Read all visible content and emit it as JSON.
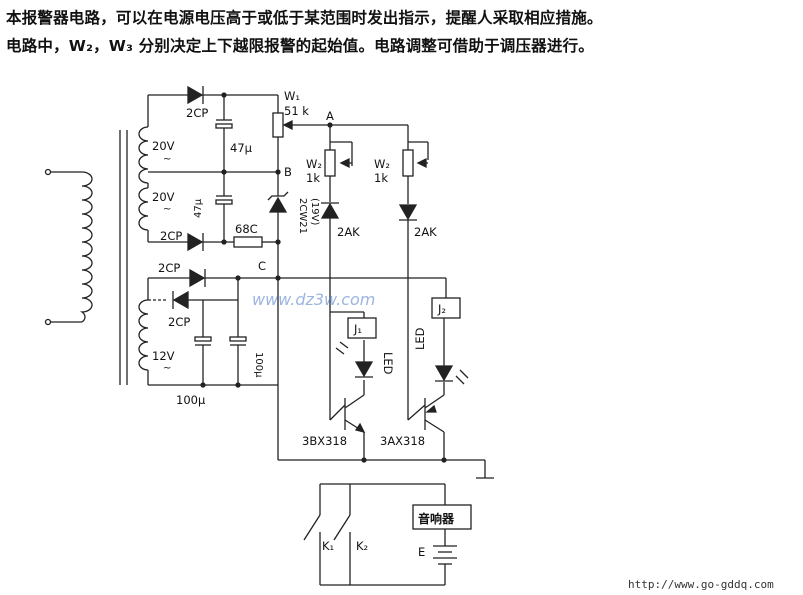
{
  "caption": {
    "line1": "本报警器电路，可以在电源电压高于或低于某范围时发出指示，提醒人采取相应措施。",
    "line2": "电路中，W₂，W₃ 分别决定上下越限报警的起始值。电路调整可借助于调压器进行。"
  },
  "labels": {
    "d1": "2CP",
    "d2": "2CP",
    "d3": "2CP",
    "d4": "2CP",
    "v1": "20V",
    "v2": "20V",
    "v3": "12V",
    "c1": "47μ",
    "c2": "47μ",
    "c3": "100μ",
    "c4": "100μ",
    "r1": "68C",
    "w1": "W₁",
    "w1_val": "51 k",
    "w_mid": "W₂",
    "w_mid_val": "1k",
    "w_right": "W₂",
    "w_right_val": "1k",
    "node_a": "A",
    "node_b": "B",
    "node_c": "C",
    "zener": "2CW21",
    "zener_v": "(19V)",
    "ak1": "2AK",
    "ak2": "2AK",
    "j1": "J₁",
    "j2": "J₂",
    "led1": "LED",
    "led2": "LED",
    "t1": "3BX318",
    "t2": "3AX318",
    "k1": "K₁",
    "k2": "K₂",
    "buzzer": "音响器",
    "e": "E",
    "watermark": "www.dz3w.com",
    "url": "http://www.go-gddq.com"
  }
}
